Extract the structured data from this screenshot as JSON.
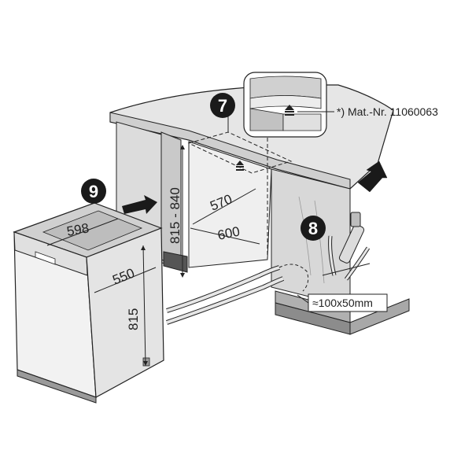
{
  "markers": {
    "seven": "7",
    "eight": "8",
    "nine": "9"
  },
  "dimensions": {
    "appliance_width": "598",
    "appliance_depth": "550",
    "appliance_height": "815",
    "niche_height": "815 - 840",
    "niche_depth": "570",
    "niche_width": "600",
    "opening": "≈100x50mm"
  },
  "callout": {
    "material_note": "*) Mat.-Nr. 11060063"
  },
  "colors": {
    "badge": "#1a1a1a",
    "fill_light": "#e8e8e8",
    "fill_mid": "#d4d4d4",
    "fill_dark": "#bdbdbd",
    "stroke": "#222222"
  },
  "icons": {
    "up_arrow": "up-arrow-icon",
    "push_arrow": "push-arrow-icon",
    "hoses": "hose-connections-icon"
  }
}
